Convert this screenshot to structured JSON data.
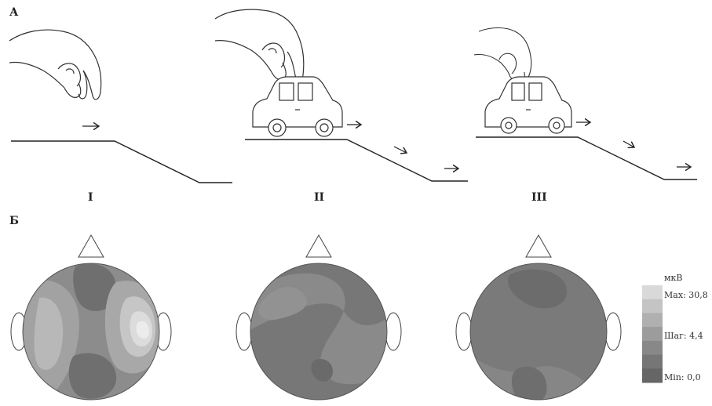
{
  "section_labels": {
    "a": "А",
    "b": "Б"
  },
  "conditions": [
    "I",
    "II",
    "III"
  ],
  "legend": {
    "unit": "мкВ",
    "max_label": "Max: 30,8",
    "step_label": "Шаг: 4,4",
    "min_label": "Min: 0,0",
    "colors": [
      "#d9d9d9",
      "#c4c4c4",
      "#b0b0b0",
      "#9c9c9c",
      "#888888",
      "#767676",
      "#666666"
    ]
  }
}
